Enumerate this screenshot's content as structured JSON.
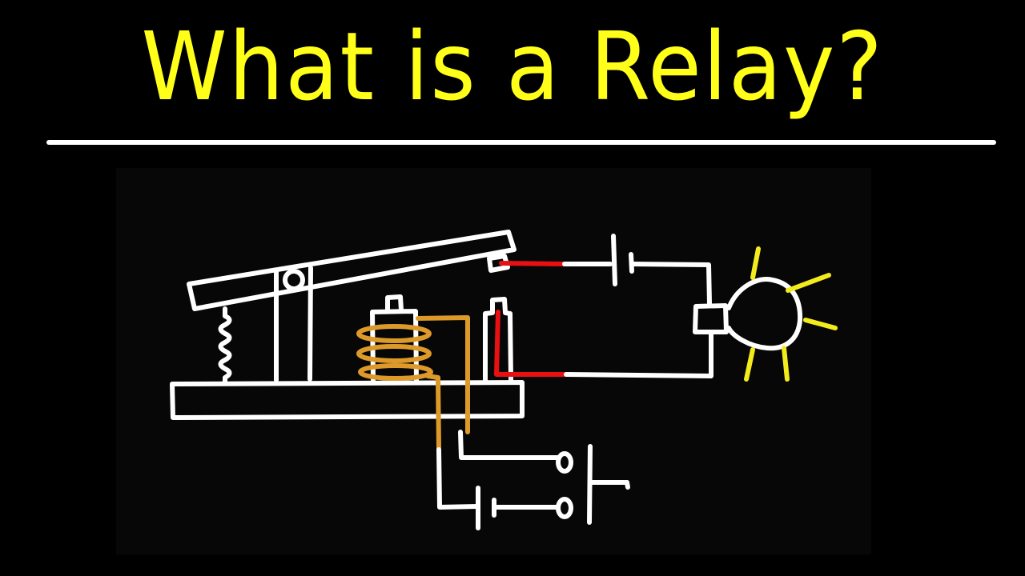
{
  "title": "What is a Relay?",
  "colors": {
    "background": "#000000",
    "title": "#ffff1a",
    "rule": "#ffffff",
    "panel": "#070707",
    "wire": "#ffffff",
    "contact_wire": "#e81010",
    "coil": "#dd9a2a",
    "light_rays": "#f3ec1c"
  },
  "diagram": {
    "description": "Hand-drawn relay: pivoting armature on a base with spring, electromagnet coil, contacts closing a lamp circuit powered by a battery; coil circuit with battery and open push switch",
    "components": [
      {
        "name": "base-plate"
      },
      {
        "name": "armature-lever"
      },
      {
        "name": "pivot-post"
      },
      {
        "name": "return-spring"
      },
      {
        "name": "iron-core"
      },
      {
        "name": "coil-winding"
      },
      {
        "name": "fixed-contact"
      },
      {
        "name": "load-battery"
      },
      {
        "name": "light-bulb"
      },
      {
        "name": "control-battery"
      },
      {
        "name": "control-switch"
      }
    ]
  }
}
